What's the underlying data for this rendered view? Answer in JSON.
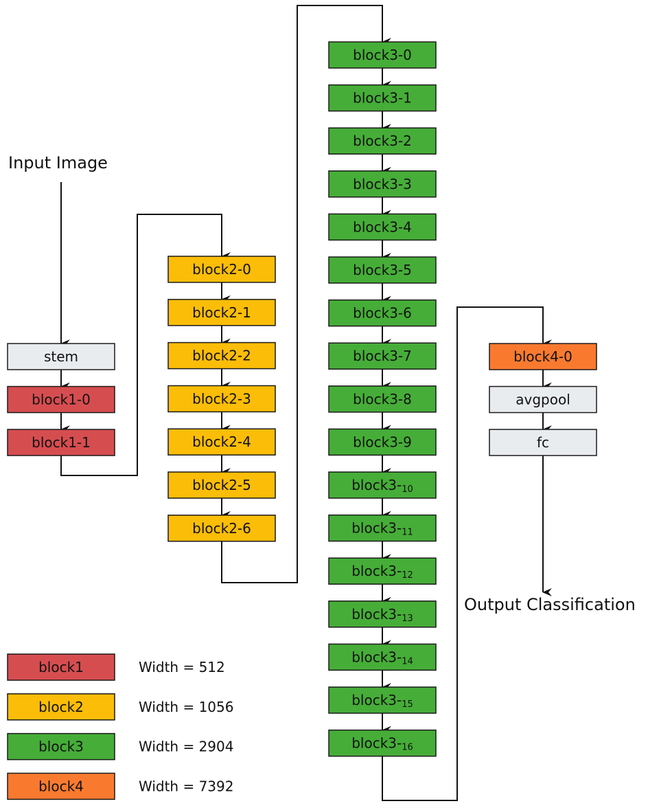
{
  "input_label": "Input Image",
  "output_label": "Output Classification",
  "colors": {
    "neutral": "#e9ecef",
    "block1": "#d64d50",
    "block2": "#fbbd08",
    "block3": "#46ad38",
    "block4": "#f97a2f",
    "line": "#111111"
  },
  "stages": {
    "stem_stage": [
      {
        "label": "stem",
        "sub": "",
        "color": "neutral"
      },
      {
        "label": "block1-0",
        "sub": "",
        "color": "block1"
      },
      {
        "label": "block1-1",
        "sub": "",
        "color": "block1"
      }
    ],
    "block2_stage": [
      {
        "label": "block2-0",
        "sub": "",
        "color": "block2"
      },
      {
        "label": "block2-1",
        "sub": "",
        "color": "block2"
      },
      {
        "label": "block2-2",
        "sub": "",
        "color": "block2"
      },
      {
        "label": "block2-3",
        "sub": "",
        "color": "block2"
      },
      {
        "label": "block2-4",
        "sub": "",
        "color": "block2"
      },
      {
        "label": "block2-5",
        "sub": "",
        "color": "block2"
      },
      {
        "label": "block2-6",
        "sub": "",
        "color": "block2"
      }
    ],
    "block3_stage": [
      {
        "label": "block3-0",
        "sub": "",
        "color": "block3"
      },
      {
        "label": "block3-1",
        "sub": "",
        "color": "block3"
      },
      {
        "label": "block3-2",
        "sub": "",
        "color": "block3"
      },
      {
        "label": "block3-3",
        "sub": "",
        "color": "block3"
      },
      {
        "label": "block3-4",
        "sub": "",
        "color": "block3"
      },
      {
        "label": "block3-5",
        "sub": "",
        "color": "block3"
      },
      {
        "label": "block3-6",
        "sub": "",
        "color": "block3"
      },
      {
        "label": "block3-7",
        "sub": "",
        "color": "block3"
      },
      {
        "label": "block3-8",
        "sub": "",
        "color": "block3"
      },
      {
        "label": "block3-9",
        "sub": "",
        "color": "block3"
      },
      {
        "label": "block3-",
        "sub": "10",
        "color": "block3"
      },
      {
        "label": "block3-",
        "sub": "11",
        "color": "block3"
      },
      {
        "label": "block3-",
        "sub": "12",
        "color": "block3"
      },
      {
        "label": "block3-",
        "sub": "13",
        "color": "block3"
      },
      {
        "label": "block3-",
        "sub": "14",
        "color": "block3"
      },
      {
        "label": "block3-",
        "sub": "15",
        "color": "block3"
      },
      {
        "label": "block3-",
        "sub": "16",
        "color": "block3"
      }
    ],
    "block4_stage": [
      {
        "label": "block4-0",
        "sub": "",
        "color": "block4"
      },
      {
        "label": "avgpool",
        "sub": "",
        "color": "neutral"
      },
      {
        "label": "fc",
        "sub": "",
        "color": "neutral"
      }
    ]
  },
  "legend": [
    {
      "label": "block1",
      "width_text": "Width = 512",
      "color": "block1"
    },
    {
      "label": "block2",
      "width_text": "Width = 1056",
      "color": "block2"
    },
    {
      "label": "block3",
      "width_text": "Width = 2904",
      "color": "block3"
    },
    {
      "label": "block4",
      "width_text": "Width = 7392",
      "color": "block4"
    }
  ]
}
